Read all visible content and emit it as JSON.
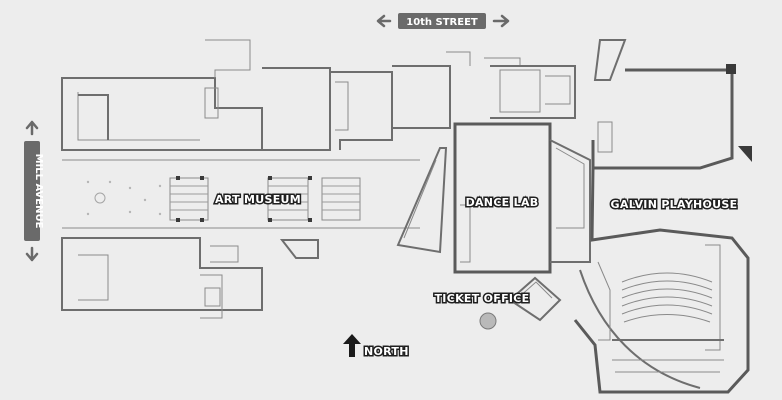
{
  "streets": {
    "top": "10th STREET",
    "left": "MILL AVENUE"
  },
  "rooms": {
    "art_museum": "ART MUSEUM",
    "dance_lab": "DANCE LAB",
    "galvin_playhouse": "GALVIN PLAYHOUSE",
    "ticket_office": "TICKET OFFICE"
  },
  "compass": {
    "north_label": "NORTH"
  }
}
